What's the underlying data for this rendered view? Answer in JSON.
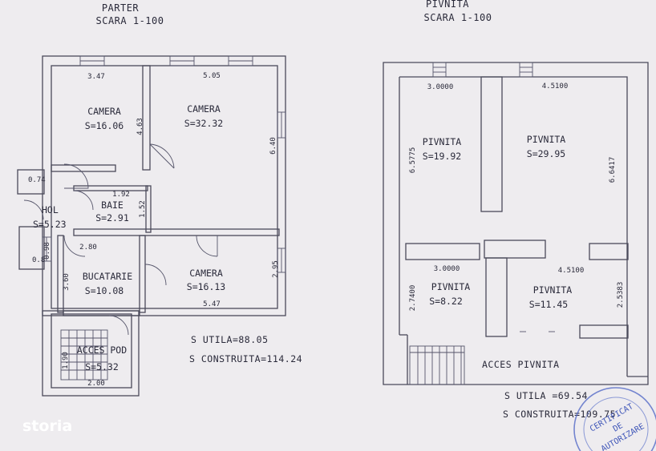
{
  "plans": {
    "parter": {
      "title": "PARTER",
      "scale": "SCARA 1-100",
      "rooms": [
        {
          "name": "CAMERA",
          "area": "S=16.06"
        },
        {
          "name": "CAMERA",
          "area": "S=32.32"
        },
        {
          "name": "HOL",
          "area": "S=5.23"
        },
        {
          "name": "BAIE",
          "area": "S=2.91"
        },
        {
          "name": "BUCATARIE",
          "area": "S=10.08"
        },
        {
          "name": "CAMERA",
          "area": "S=16.13"
        },
        {
          "name": "ACCES POD",
          "area": "S=5.32"
        }
      ],
      "dims": [
        "3.47",
        "5.05",
        "4.63",
        "6.40",
        "1.92",
        "1.52",
        "0.74",
        "0.98",
        "0.8",
        "2.80",
        "3.60",
        "2.95",
        "5.47",
        "1.90",
        "2.00"
      ],
      "s_utila": "S UTILA=88.05",
      "s_construita": "S CONSTRUITA=114.24"
    },
    "pivnita": {
      "title": "PIVNITA",
      "scale": "SCARA 1-100",
      "rooms": [
        {
          "name": "PIVNITA",
          "area": "S=19.92"
        },
        {
          "name": "PIVNITA",
          "area": "S=29.95"
        },
        {
          "name": "PIVNITA",
          "area": "S=8.22"
        },
        {
          "name": "PIVNITA",
          "area": "S=11.45"
        }
      ],
      "dims": [
        "3.0000",
        "4.5100",
        "6.5775",
        "6.6417",
        "3.0000",
        "4.5100",
        "2.7400",
        "2.5383"
      ],
      "access": "ACCES PIVNITA",
      "s_utila": "S UTILA =69.54",
      "s_construita": "S CONSTRUITA=109.75"
    }
  },
  "stamp": {
    "line1": "CERTIFICAT",
    "line2": "DE",
    "line3": "AUTORIZARE"
  },
  "watermark": "storia"
}
